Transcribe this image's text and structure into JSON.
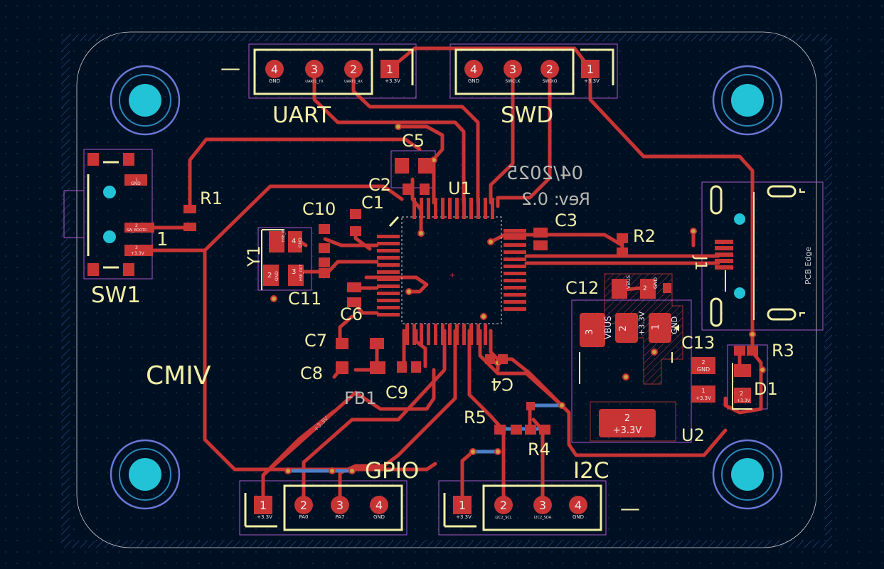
{
  "board": {
    "silkscreen": {
      "uart": "UART",
      "swd": "SWD",
      "gpio": "GPIO",
      "i2c": "I2C",
      "sw1": "SW1",
      "cmiv": "CMIV",
      "date": "04/2025",
      "revision": "Rev: 0.2",
      "pcb_edge": "PCB Edge",
      "pin1_marker": "1",
      "minus_left": "—",
      "minus_right": "—"
    },
    "refdes": {
      "r1": "R1",
      "r2": "R2",
      "r3": "R3",
      "r4": "R4",
      "r5": "R5",
      "c1": "C1",
      "c2": "C2",
      "c3": "C3",
      "c4": "C4",
      "c5": "C5",
      "c6": "C6",
      "c7": "C7",
      "c8": "C8",
      "c9": "C9",
      "c10": "C10",
      "c11": "C11",
      "c12": "C12",
      "c13": "C13",
      "y1": "Y1",
      "u1": "U1",
      "u2": "U2",
      "j1": "J1",
      "d1": "D1",
      "fb1": "FB1"
    },
    "headers": {
      "uart": [
        {
          "num": "4",
          "net": "GND"
        },
        {
          "num": "3",
          "net": "UART1_TX"
        },
        {
          "num": "2",
          "net": "UART1_RX"
        },
        {
          "num": "1",
          "net": "+3.3V"
        }
      ],
      "swd": [
        {
          "num": "4",
          "net": "GND"
        },
        {
          "num": "3",
          "net": "SWCLK"
        },
        {
          "num": "2",
          "net": "SWDIO"
        },
        {
          "num": "1",
          "net": "+3.3V"
        }
      ],
      "gpio": [
        {
          "num": "1",
          "net": "+3.3V"
        },
        {
          "num": "2",
          "net": "PA0"
        },
        {
          "num": "3",
          "net": "PA7"
        },
        {
          "num": "4",
          "net": "GND"
        }
      ],
      "i2c": [
        {
          "num": "1",
          "net": "+3.3V"
        },
        {
          "num": "2",
          "net": "I2C2_SCL"
        },
        {
          "num": "3",
          "net": "I2C2_SDA"
        },
        {
          "num": "4",
          "net": "GND"
        }
      ]
    },
    "pads": {
      "sw1_gnd": {
        "num": "1",
        "net": "GND"
      },
      "sw1_boot": {
        "num": "2",
        "net": "SW_BOOT0"
      },
      "sw1_3v3": {
        "num": "3",
        "net": "+3.3V"
      },
      "y1_p4": {
        "num": "4",
        "net": "GND"
      },
      "y1_p1": {
        "num": "1",
        "net": "HSE_IN"
      },
      "y1_p2": {
        "num": "2",
        "net": "GND"
      },
      "y1_p3": {
        "num": "3",
        "net": "HSE_OUT"
      },
      "u2_p3": {
        "num": "3",
        "net": "VBUS"
      },
      "u2_p2": {
        "num": "2",
        "net": "+3.3V"
      },
      "u2_p1": {
        "num": "1",
        "net": "GND"
      },
      "u2_tab": {
        "num": "2",
        "net": "+3.3V"
      },
      "c12_p1": {
        "num": "1",
        "net": "VBUS"
      },
      "c12_p2": {
        "num": "2",
        "net": "GND"
      },
      "c13_p2": {
        "num": "2",
        "net": "GND"
      },
      "c13_p1": {
        "num": "1",
        "net": "+3.3V"
      },
      "d1_p2": {
        "num": "2",
        "net": "+3.3V"
      },
      "fb_net": "+3.3V"
    },
    "colors": {
      "background": "#001023",
      "copper_front": "#c83434",
      "copper_back": "#4d7fc4",
      "silkscreen": "#f2eea5",
      "board_edge": "#d0d0d0",
      "courtyard": "#a858c8",
      "mounting_hole": "#22c3d6"
    }
  }
}
